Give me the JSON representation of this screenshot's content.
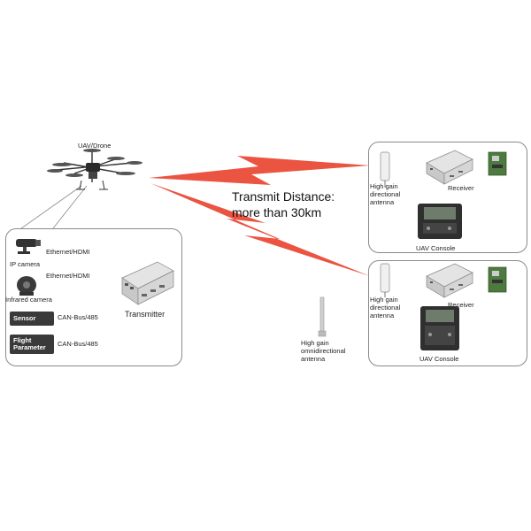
{
  "drone": {
    "label": "UAV/Drone"
  },
  "transmit": {
    "line1": "Transmit Distance:",
    "line2": "more than 30km"
  },
  "left_panel": {
    "ip_camera": "IP camera",
    "infrared_camera": "Infrared camera",
    "sensor": "Sensor",
    "flight_parameter_l1": "Flight",
    "flight_parameter_l2": "Parameter",
    "link1": "Ethernet/HDMI",
    "link2": "Ethernet/HDMI",
    "link3": "CAN-Bus/485",
    "link4": "CAN-Bus/485",
    "transmitter": "Transmitter"
  },
  "omni_antenna": {
    "l1": "High gain",
    "l2": "omnidirectional",
    "l3": "antenna"
  },
  "station_top": {
    "ant_l1": "High gain",
    "ant_l2": "directional",
    "ant_l3": "antenna",
    "receiver": "Receiver",
    "console": "UAV Console"
  },
  "station_bottom": {
    "ant_l1": "High gain",
    "ant_l2": "directional",
    "ant_l3": "antenna",
    "receiver": "Receiver",
    "console": "UAV Console"
  },
  "colors": {
    "signal": "#e8412c",
    "panel_border": "#8a8a8a",
    "dark_box": "#3a3a3a"
  }
}
